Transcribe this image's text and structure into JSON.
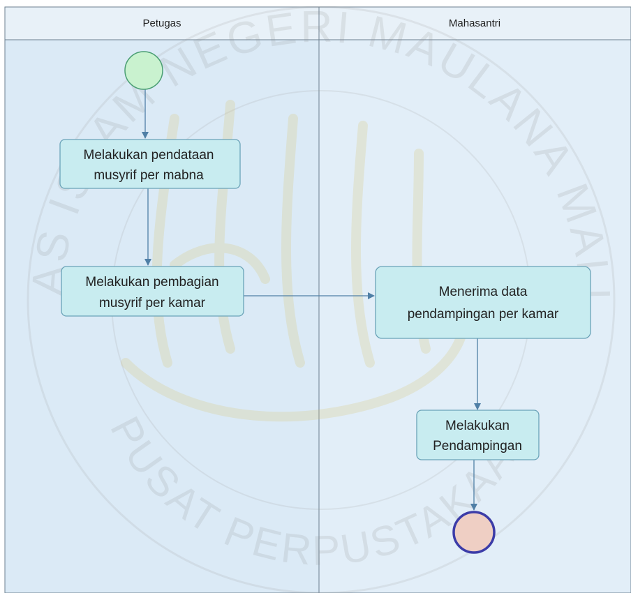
{
  "diagram": {
    "type": "activity-swimlane",
    "lanes": [
      {
        "id": "petugas",
        "title": "Petugas"
      },
      {
        "id": "mahasantri",
        "title": "Mahasantri"
      }
    ],
    "nodes": [
      {
        "id": "start",
        "kind": "initial",
        "lane": "petugas"
      },
      {
        "id": "a1",
        "kind": "action",
        "lane": "petugas",
        "lines": [
          "Melakukan pendataan",
          "musyrif per mabna"
        ]
      },
      {
        "id": "a2",
        "kind": "action",
        "lane": "petugas",
        "lines": [
          "Melakukan pembagian",
          "musyrif per kamar"
        ]
      },
      {
        "id": "a3",
        "kind": "action",
        "lane": "mahasantri",
        "lines": [
          "Menerima data",
          "pendampingan per kamar"
        ]
      },
      {
        "id": "a4",
        "kind": "action",
        "lane": "mahasantri",
        "lines": [
          "Melakukan",
          "Pendampingan"
        ]
      },
      {
        "id": "end",
        "kind": "final",
        "lane": "mahasantri"
      }
    ],
    "edges": [
      {
        "from": "start",
        "to": "a1"
      },
      {
        "from": "a1",
        "to": "a2"
      },
      {
        "from": "a2",
        "to": "a3"
      },
      {
        "from": "a3",
        "to": "a4"
      },
      {
        "from": "a4",
        "to": "end"
      }
    ]
  },
  "watermark": {
    "ring_top": "UNIVERSITAS ISLAM NEGERI MAULANA MALIK IBRAHIM",
    "ring_bottom": "PUSAT PERPUSTAKAAN"
  },
  "colors": {
    "lane_fill": "#dbeaf6",
    "header_fill": "#e8f1f8",
    "action_fill": "#c8ecf0",
    "action_stroke": "#6aa3b8",
    "start_fill": "#c9f2cf",
    "start_stroke": "#4a9e73",
    "end_fill": "#efcfc4",
    "end_stroke": "#3c3ca8",
    "flow": "#4f7fa6"
  }
}
